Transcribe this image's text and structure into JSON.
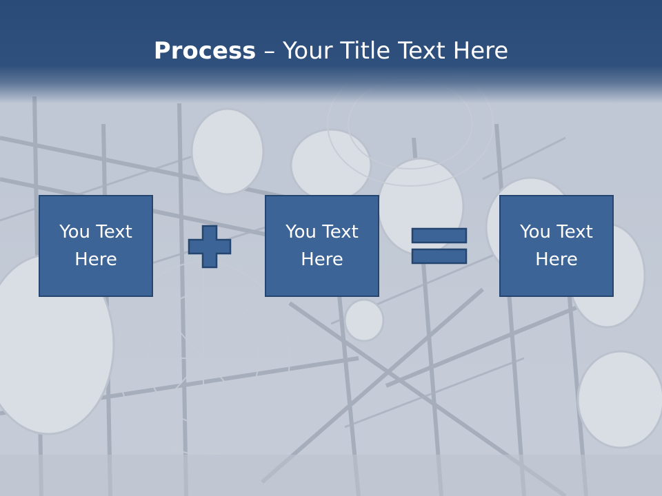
{
  "slide": {
    "title_bold": "Process",
    "title_rest": " – Your Title Text Here",
    "boxes": [
      {
        "line1": "You Text",
        "line2": "Here"
      },
      {
        "line1": "You Text",
        "line2": "Here"
      },
      {
        "line1": "You Text",
        "line2": "Here"
      }
    ],
    "operators": [
      "plus-icon",
      "equals-icon"
    ]
  },
  "colors": {
    "header": "#2a4b78",
    "box_fill": "#3c6496",
    "box_border": "#24456f",
    "text": "#ffffff"
  }
}
